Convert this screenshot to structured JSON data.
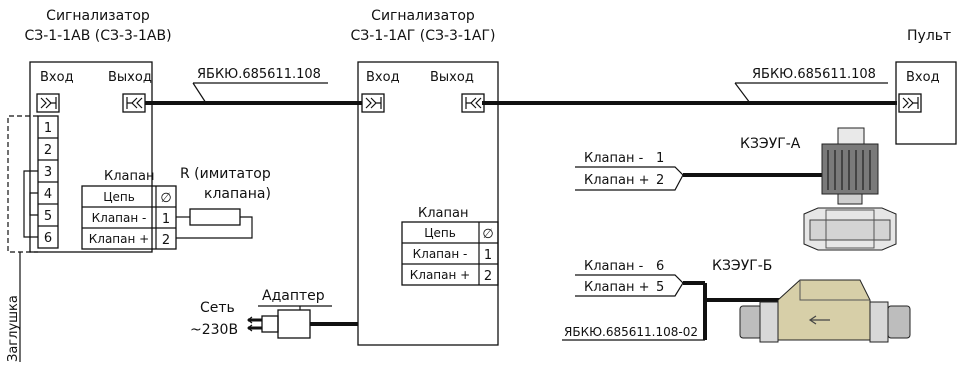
{
  "left_device": {
    "title_line1": "Сигнализатор",
    "title_line2": "СЗ-1-1АВ (СЗ-3-1АВ)",
    "input_label": "Вход",
    "output_label": "Выход",
    "terminals": [
      "1",
      "2",
      "3",
      "4",
      "5",
      "6"
    ],
    "valve_label": "Клапан",
    "valve_table": [
      {
        "name": "Цепь",
        "pin": "∅"
      },
      {
        "name": "Клапан -",
        "pin": "1"
      },
      {
        "name": "Клапан +",
        "pin": "2"
      }
    ],
    "plug_label": "Заглушка"
  },
  "resistor": {
    "label_line1": "R (имитатор",
    "label_line2": "клапана)"
  },
  "center_device": {
    "title_line1": "Сигнализатор",
    "title_line2": "СЗ-1-1АГ (СЗ-3-1АГ)",
    "input_label": "Вход",
    "output_label": "Выход",
    "valve_label": "Клапан",
    "valve_table": [
      {
        "name": "Цепь",
        "pin": "∅"
      },
      {
        "name": "Клапан -",
        "pin": "1"
      },
      {
        "name": "Клапан +",
        "pin": "2"
      }
    ]
  },
  "console": {
    "title": "Пульт",
    "input_label": "Вход"
  },
  "cables": {
    "cable_left": "ЯБКЮ.685611.108",
    "cable_right": "ЯБКЮ.685611.108",
    "cable_bottom": "ЯБКЮ.685611.108-02"
  },
  "valve_a": {
    "name": "КЗЭУГ-А",
    "pins": [
      {
        "label": "Клапан -",
        "num": "1"
      },
      {
        "label": "Клапан +",
        "num": "2"
      }
    ]
  },
  "valve_b": {
    "name": "КЗЭУГ-Б",
    "pins": [
      {
        "label": "Клапан -",
        "num": "6"
      },
      {
        "label": "Клапан +",
        "num": "5"
      }
    ]
  },
  "adapter": {
    "label": "Адаптер",
    "power_line1": "Сеть",
    "power_line2": "~230В"
  }
}
